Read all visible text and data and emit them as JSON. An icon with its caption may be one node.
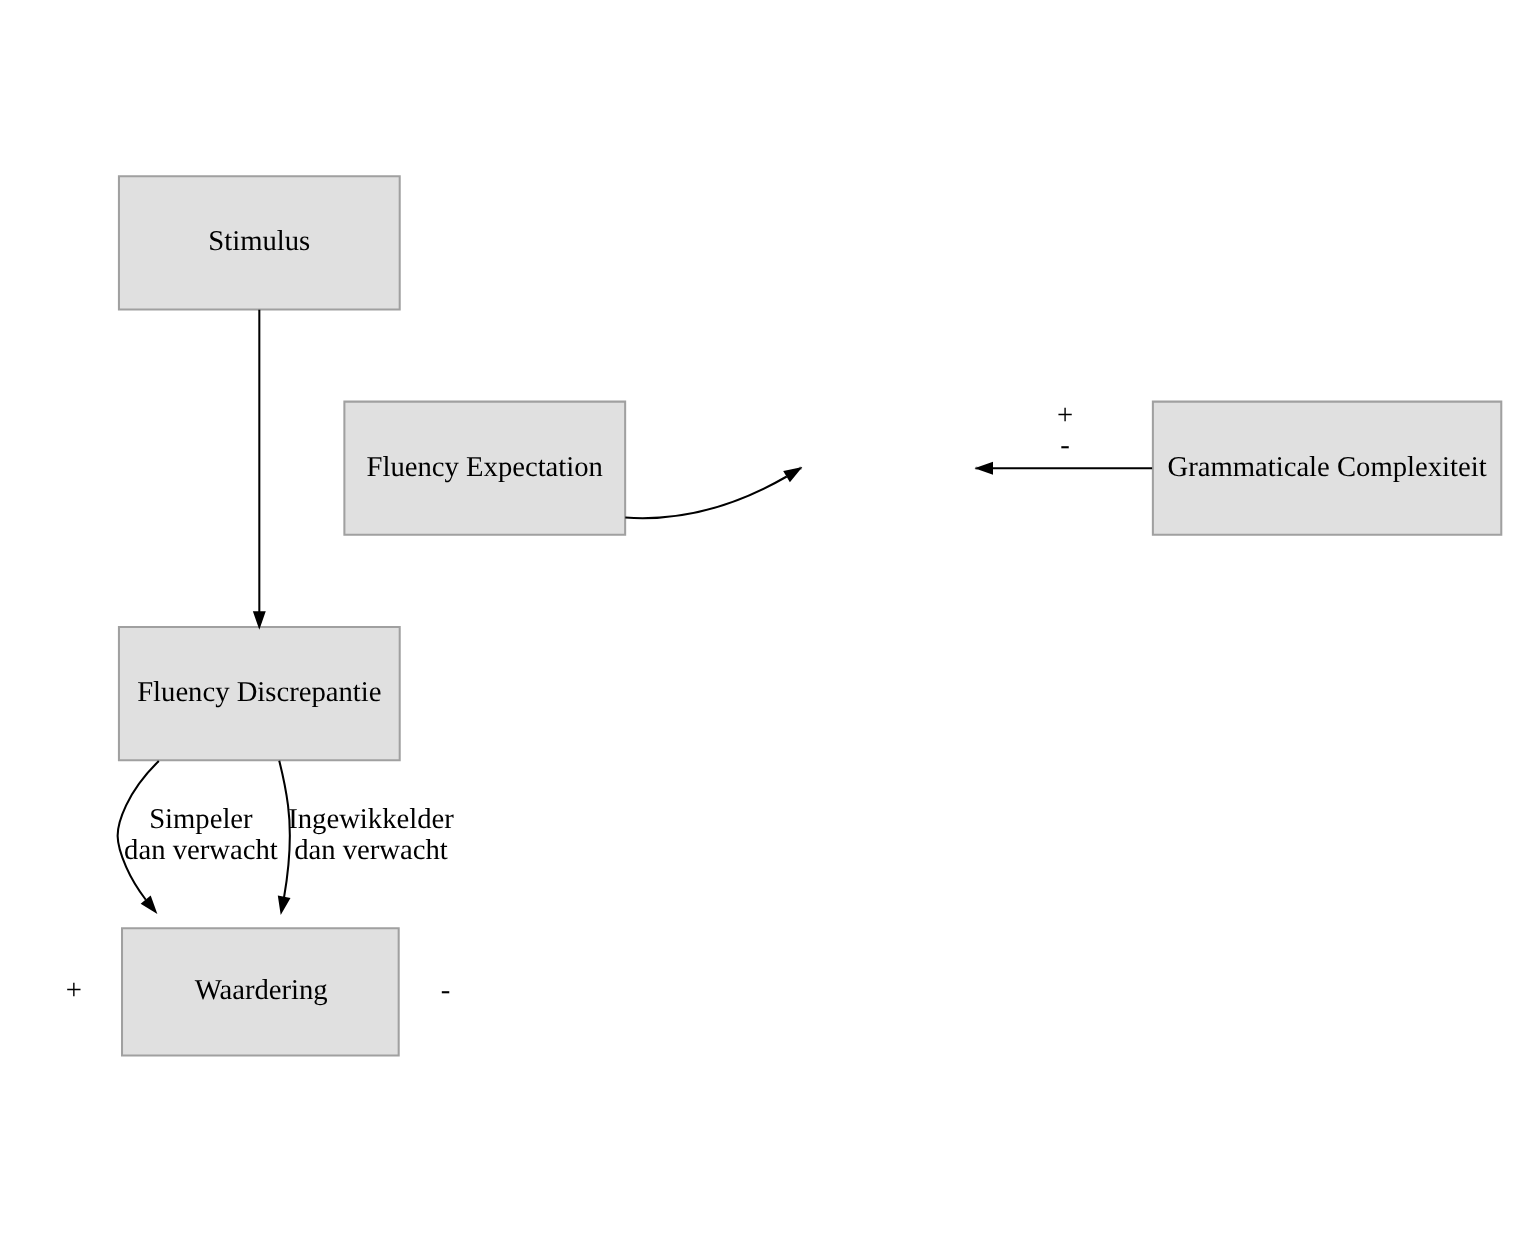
{
  "diagram": {
    "nodes": [
      {
        "text": [
          "Stimulus"
        ]
      },
      {
        "text": [
          "Fluency Expectation"
        ]
      },
      {
        "text": [
          "Grammaticale Complexiteit"
        ]
      },
      {
        "text": [
          "Fluency Discrepantie"
        ]
      },
      {
        "text": [
          "Waardering"
        ],
        "beside": [
          "+",
          "-"
        ]
      }
    ],
    "edges": [
      {
        "from": 0,
        "to": 3,
        "arrow": "to"
      },
      {
        "from": 1,
        "to": null,
        "arrow": "to"
      },
      {
        "from": 2,
        "to": null,
        "arrow": "to",
        "label": "+ -"
      },
      {
        "from": 3,
        "to": 4,
        "arrow": "to",
        "label": "Simpeler dan verwacht"
      },
      {
        "from": 3,
        "to": 4,
        "arrow": "to",
        "label": "Ingewikkelder dan verwacht"
      }
    ]
  }
}
